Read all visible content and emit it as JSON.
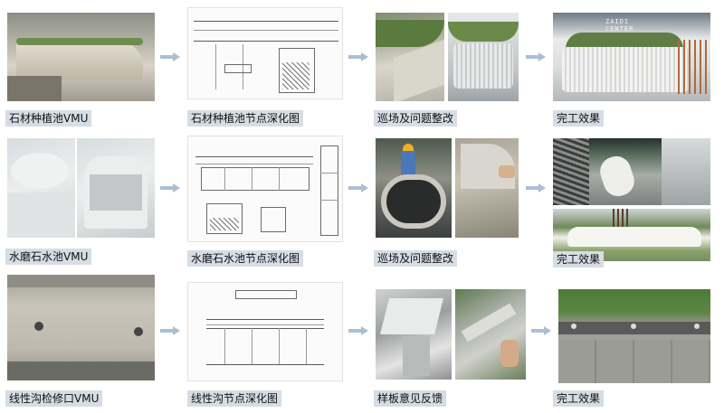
{
  "rows": [
    {
      "step1": "石材种植池VMU",
      "step2": "石材种植池节点深化图",
      "step3": "巡场及问题整改",
      "step4": "完工效果"
    },
    {
      "step1": "水磨石水池VMU",
      "step2": "水磨石水池节点深化图",
      "step3": "巡场及问题整改",
      "step4": "完工效果"
    },
    {
      "step1": "线性沟检修口VMU",
      "step2": "线性沟节点深化图",
      "step3": "样板意见反馈",
      "step4": "完工效果"
    }
  ],
  "signage_text": "ZAIDI\nCENTER",
  "colors": {
    "caption_bg": "#d6dde4",
    "arrow": "#a9bfd6"
  },
  "icons": [
    "flow-arrow-icon"
  ]
}
